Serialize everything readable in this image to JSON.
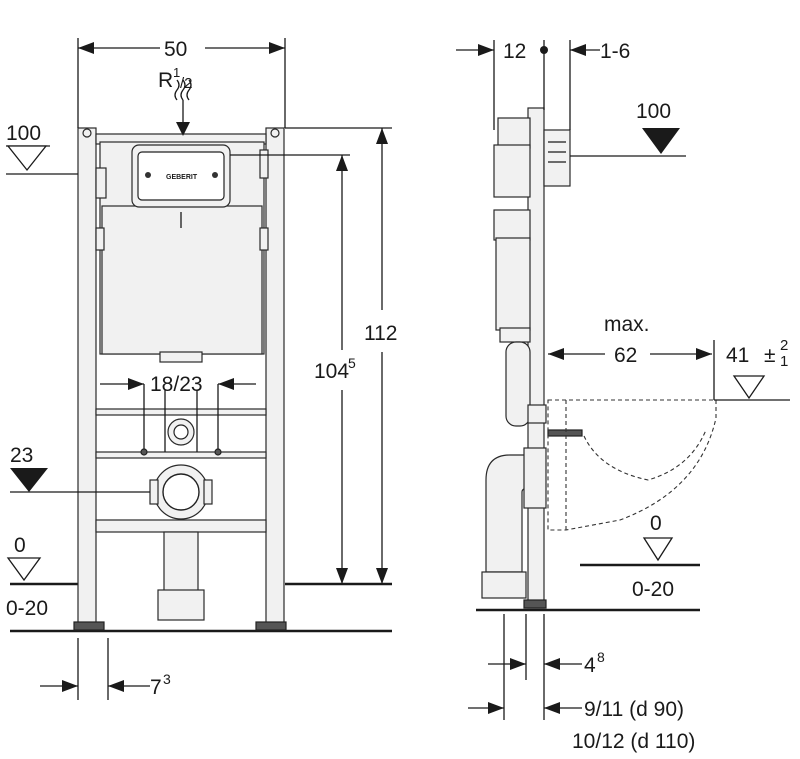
{
  "front_view": {
    "width_label": "50",
    "connection_label": "R",
    "connection_sup": "1",
    "connection_sub": "/2",
    "level_100": "100",
    "level_23": "23",
    "level_0": "0",
    "floor_range": "0-20",
    "height_112": "112",
    "height_104": "104",
    "height_104_sup": "5",
    "spacing_label": "18/23",
    "foot_offset": "7",
    "foot_offset_sup": "3",
    "brand_text": "GEBERIT"
  },
  "side_view": {
    "depth_label": "12",
    "adjust_label": "1-6",
    "level_100": "100",
    "max_label": "max.",
    "projection_label": "62",
    "bowl_height": "41",
    "tolerance_plus": "2",
    "tolerance_minus": "1",
    "level_0": "0",
    "floor_range": "0-20",
    "offset_label": "4",
    "offset_sup": "8",
    "pipe_d90": "9/11 (d 90)",
    "pipe_d110": "10/12 (d 110)"
  }
}
